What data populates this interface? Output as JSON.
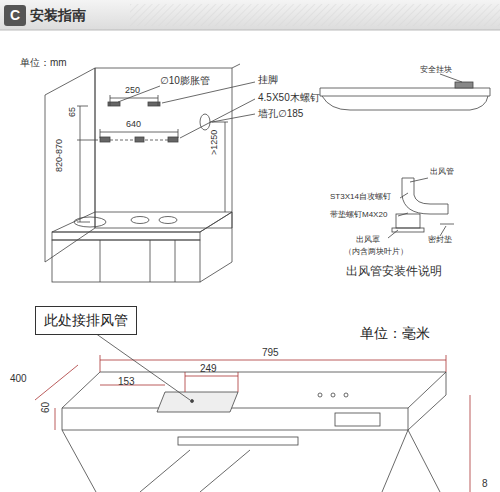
{
  "diagram": {
    "title": "安装指南",
    "nodes": [
      {
        "text": [
          "此处接排风管"
        ]
      }
    ],
    "labels": [
      "C",
      "单位：mm",
      "∅10膨胀管",
      "挂脚",
      "4.5X50木螺钉",
      "墙孔∅185",
      "250",
      "640",
      "65",
      "820-870",
      ">1250",
      "安全挂块",
      "出风管",
      "ST3X14自攻螺钉",
      "带垫螺钉M4X20",
      "出风罩",
      "（内含两块叶片）",
      "密封垫",
      "出风管安装件说明",
      "单位：毫米",
      "400",
      "153",
      "249",
      "795",
      "60",
      "8"
    ]
  }
}
